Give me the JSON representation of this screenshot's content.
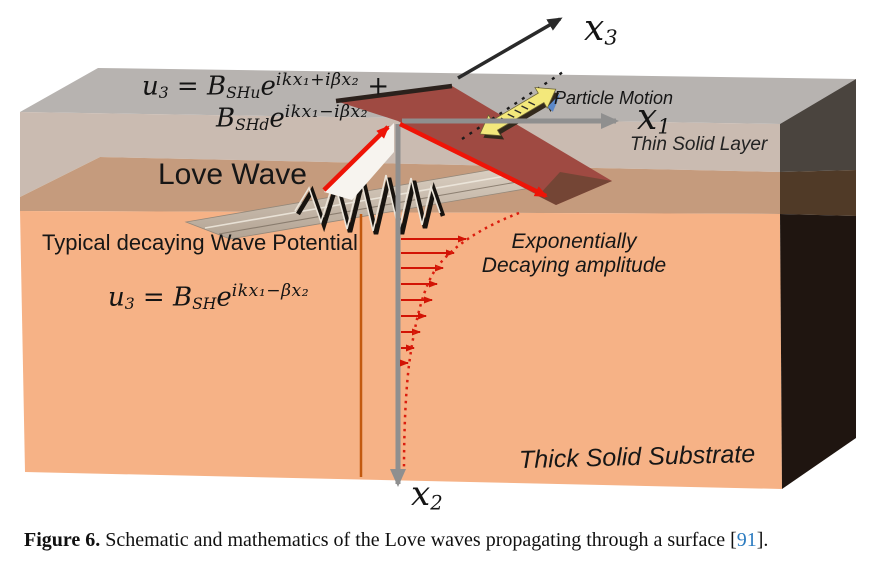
{
  "figure": {
    "labels": {
      "love_wave": "Love Wave",
      "wave_potential": "Typical decaying Wave Potential",
      "exponential_line1": "Exponentially",
      "exponential_line2": "Decaying amplitude",
      "particle_motion": "Particle Motion",
      "thin_solid_layer": "Thin Solid Layer",
      "thick_solid_substrate": "Thick Solid Substrate"
    },
    "axes": {
      "x1": [
        {
          "t": "x",
          "k": "v"
        },
        {
          "t": "1",
          "k": "sb"
        }
      ],
      "x2": [
        {
          "t": "x",
          "k": "v"
        },
        {
          "t": "2",
          "k": "sb"
        }
      ],
      "x3": [
        {
          "t": "x",
          "k": "v"
        },
        {
          "t": "3",
          "k": "sb"
        }
      ]
    },
    "equations": {
      "layer_line1": [
        {
          "t": "u",
          "k": "v"
        },
        {
          "t": "3",
          "k": "sb"
        },
        {
          "t": " = ",
          "k": "p"
        },
        {
          "t": "B",
          "k": "v"
        },
        {
          "t": "SHu",
          "k": "sb"
        },
        {
          "t": "e",
          "k": "v"
        },
        {
          "t": "ikx₁+iβx₂",
          "k": "sp"
        },
        {
          "t": " +",
          "k": "p"
        }
      ],
      "layer_line2": [
        {
          "t": "B",
          "k": "v"
        },
        {
          "t": "SHd",
          "k": "sb"
        },
        {
          "t": "e",
          "k": "v"
        },
        {
          "t": "ikx₁−iβx₂",
          "k": "sp"
        }
      ],
      "substrate": [
        {
          "t": "u",
          "k": "v"
        },
        {
          "t": "3",
          "k": "sb"
        },
        {
          "t": " = ",
          "k": "p"
        },
        {
          "t": "B",
          "k": "v"
        },
        {
          "t": "SH",
          "k": "sb"
        },
        {
          "t": "e",
          "k": "v"
        },
        {
          "t": "ikx₁−βx₂",
          "k": "sp"
        }
      ]
    },
    "colors": {
      "layer_top": "#b7b3b0",
      "layer_front": "#cabbb1",
      "love_band": "#c59b7d",
      "substrate": "#f6b286",
      "side_dark": "#1f1510",
      "ribbon_maroon": "#9f4a42",
      "accent_red": "#ee1407",
      "axis_gray": "#8f8f8f",
      "particle_arrow_yellow": "#f3e87b",
      "decay_line_orange": "#c2590f"
    }
  },
  "caption": {
    "label": "Figure 6.",
    "body": " Schematic and mathematics of the Love waves propagating through a surface ",
    "ref_open": "[",
    "ref": "91",
    "ref_close": "]."
  }
}
